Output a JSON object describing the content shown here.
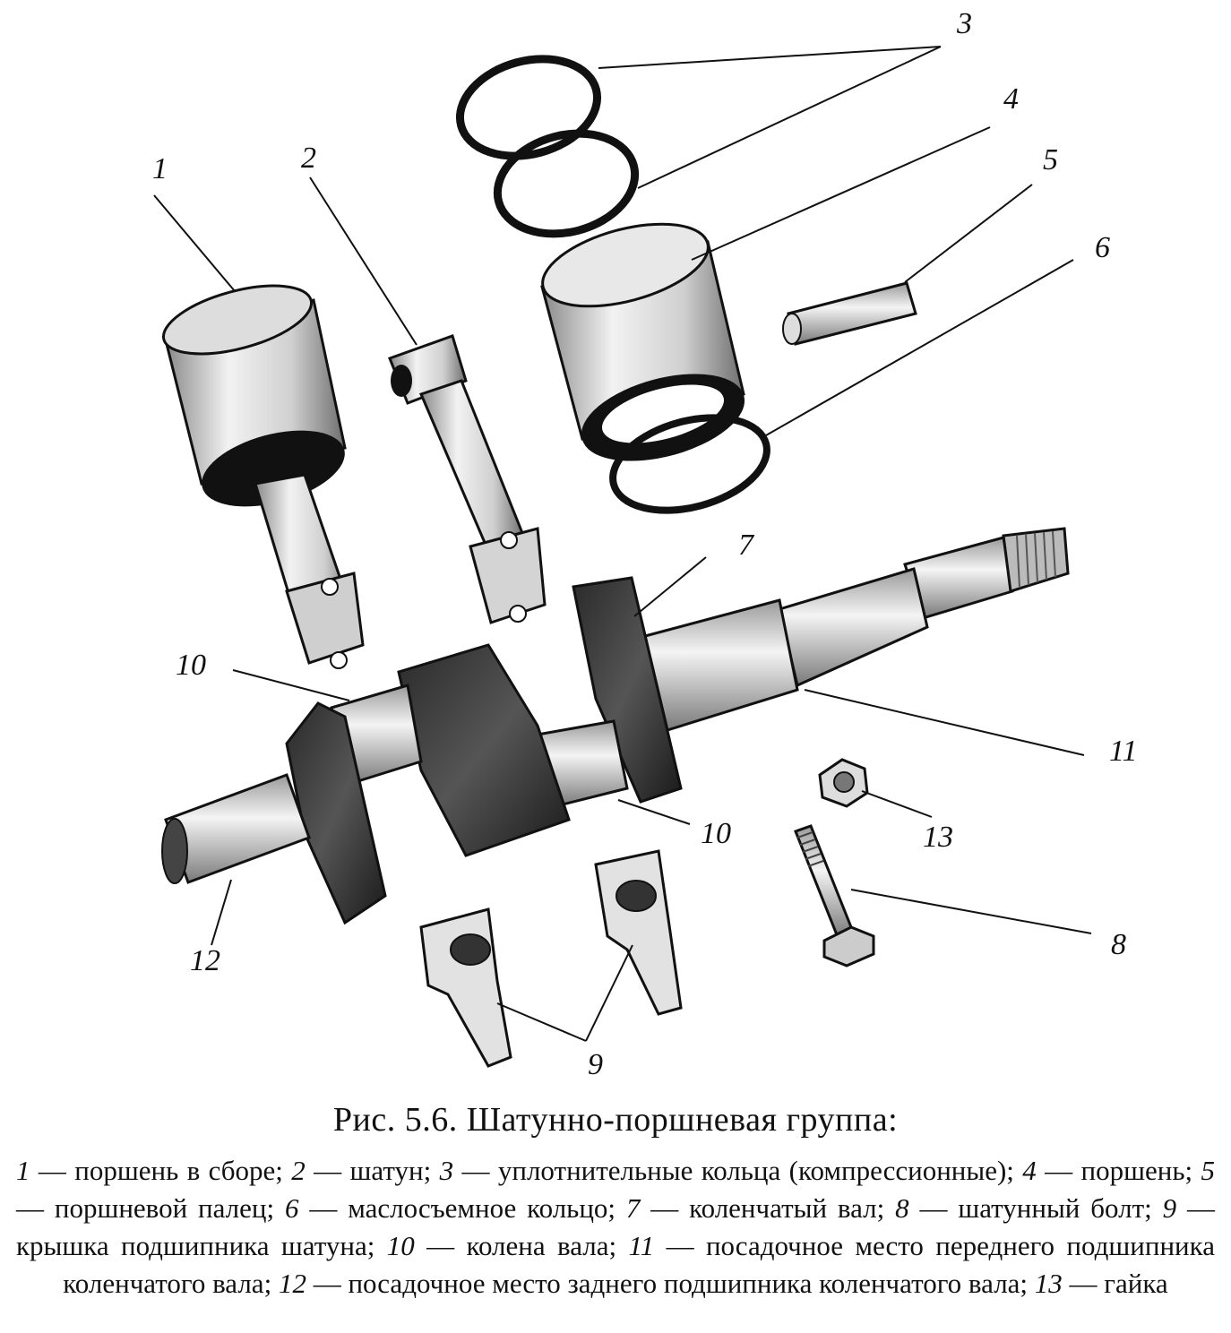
{
  "figure": {
    "callouts": [
      {
        "id": "c1",
        "text": "1"
      },
      {
        "id": "c2",
        "text": "2"
      },
      {
        "id": "c3",
        "text": "3"
      },
      {
        "id": "c4",
        "text": "4"
      },
      {
        "id": "c5",
        "text": "5"
      },
      {
        "id": "c6",
        "text": "6"
      },
      {
        "id": "c7",
        "text": "7"
      },
      {
        "id": "c8",
        "text": "8"
      },
      {
        "id": "c9",
        "text": "9"
      },
      {
        "id": "c10a",
        "text": "10"
      },
      {
        "id": "c10b",
        "text": "10"
      },
      {
        "id": "c11",
        "text": "11"
      },
      {
        "id": "c12",
        "text": "12"
      },
      {
        "id": "c13",
        "text": "13"
      }
    ]
  },
  "caption": {
    "title": "Рис. 5.6. Шатунно-поршневая группа:",
    "items": [
      {
        "num": "1",
        "text": " — поршень в сборе; "
      },
      {
        "num": "2",
        "text": " — шатун; "
      },
      {
        "num": "3",
        "text": " — уплотнительные кольца (компрессионные); "
      },
      {
        "num": "4",
        "text": " — поршень; "
      },
      {
        "num": "5",
        "text": " — поршневой палец; "
      },
      {
        "num": "6",
        "text": " — маслосъемное кольцо; "
      },
      {
        "num": "7",
        "text": " — коленчатый вал; "
      },
      {
        "num": "8",
        "text": " — шатунный болт; "
      },
      {
        "num": "9",
        "text": " — крышка подшипника шатуна; "
      },
      {
        "num": "10",
        "text": " — колена вала; "
      },
      {
        "num": "11",
        "text": " — посадочное место переднего подшипника коленчатого вала; "
      },
      {
        "num": "12",
        "text": " — посадочное место заднего подшипника коленчатого вала; "
      },
      {
        "num": "13",
        "text": " — гайка"
      }
    ]
  }
}
